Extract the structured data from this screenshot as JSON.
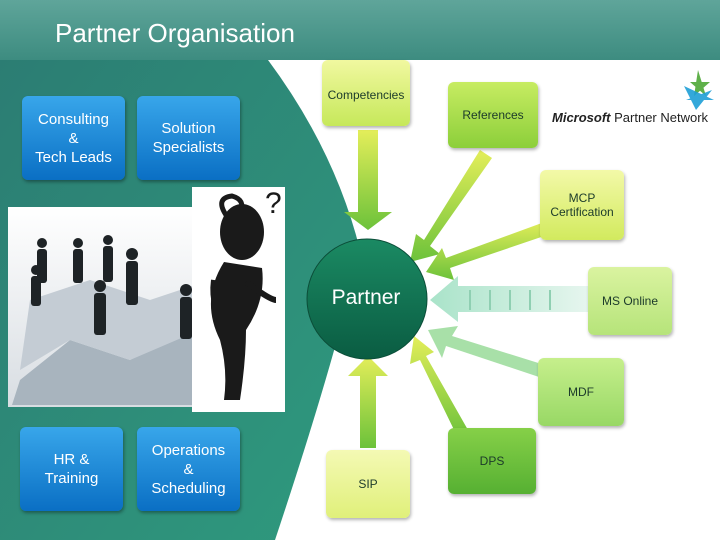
{
  "title": "Partner Organisation",
  "hub": {
    "label": "Partner"
  },
  "roles": [
    {
      "label": "Consulting\n&\nTech Leads"
    },
    {
      "label": "Solution\nSpecialists"
    },
    {
      "label": "HR &\nTraining"
    },
    {
      "label": "Operations\n&\nScheduling"
    }
  ],
  "spokes": [
    {
      "label": "Competencies"
    },
    {
      "label": "References"
    },
    {
      "label": "MCP\nCertification"
    },
    {
      "label": "MS Online"
    },
    {
      "label": "MDF"
    },
    {
      "label": "DPS"
    },
    {
      "label": "SIP"
    }
  ],
  "logo": {
    "brand": "Microsoft",
    "text": "Partner Network"
  },
  "colors": {
    "header": "#3d8c80",
    "panel": "#2f8a7a",
    "hub": "#0f6b4e",
    "role_box": "#1b8ad9"
  }
}
